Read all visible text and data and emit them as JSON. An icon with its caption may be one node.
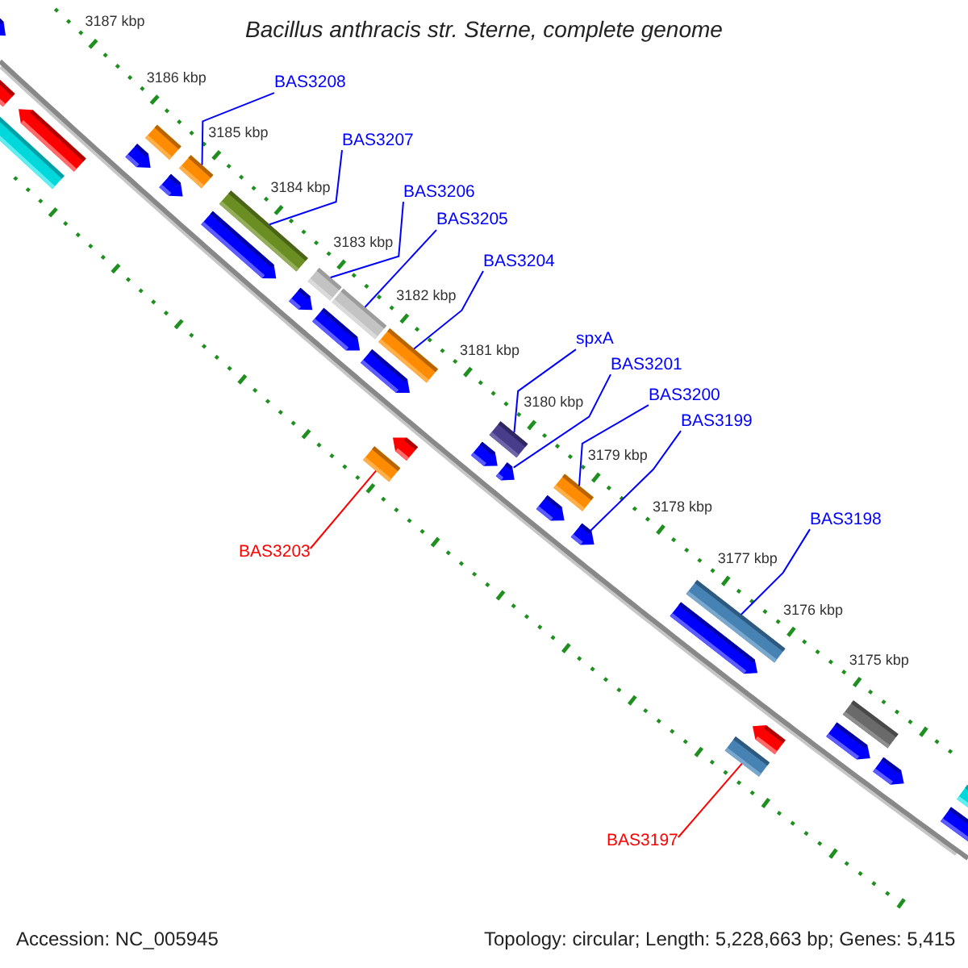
{
  "diagram": {
    "title": "Bacillus anthracis str. Sterne, complete genome",
    "nodes": [
      {
        "text": [
          "BAS3208"
        ]
      },
      {
        "text": [
          "BAS3207"
        ]
      },
      {
        "text": [
          "BAS3206"
        ]
      },
      {
        "text": [
          "BAS3205"
        ]
      },
      {
        "text": [
          "BAS3204"
        ]
      },
      {
        "text": [
          "spxA"
        ]
      },
      {
        "text": [
          "BAS3201"
        ]
      },
      {
        "text": [
          "BAS3200"
        ]
      },
      {
        "text": [
          "BAS3199"
        ]
      },
      {
        "text": [
          "BAS3198"
        ]
      },
      {
        "text": [
          "BAS3203"
        ]
      },
      {
        "text": [
          "BAS3197"
        ]
      },
      {
        "text": [],
        "shape": "pentagon"
      },
      {
        "text": [],
        "shape": "pentagon"
      },
      {
        "text": [],
        "shape": "bar"
      },
      {
        "text": [],
        "shape": "pentagon"
      },
      {
        "text": [],
        "shape": "bar"
      },
      {
        "text": [],
        "shape": "pentagon"
      },
      {
        "text": [],
        "shape": "bar"
      },
      {
        "text": [],
        "shape": "pentagon"
      },
      {
        "text": [],
        "shape": "bar"
      },
      {
        "text": [],
        "shape": "pentagon"
      },
      {
        "text": [],
        "shape": "bar"
      },
      {
        "text": [],
        "shape": "pentagon"
      },
      {
        "text": [],
        "shape": "bar"
      },
      {
        "text": [],
        "shape": "pentagon"
      },
      {
        "text": [],
        "shape": "bar"
      },
      {
        "text": [],
        "shape": "pentagon"
      },
      {
        "text": [],
        "shape": "bar"
      },
      {
        "text": [],
        "shape": "pentagon"
      },
      {
        "text": [],
        "shape": "bar"
      },
      {
        "text": [],
        "shape": "pentagon"
      },
      {
        "text": [],
        "shape": "pentagon"
      },
      {
        "text": [],
        "shape": "bar"
      },
      {
        "text": [],
        "shape": "pentagon"
      },
      {
        "text": [],
        "shape": "pentagon"
      },
      {
        "text": [],
        "shape": "bar"
      },
      {
        "text": [],
        "shape": "pentagon"
      },
      {
        "text": [],
        "shape": "bar"
      },
      {
        "text": [],
        "shape": "pentagon"
      },
      {
        "text": [],
        "shape": "bar"
      },
      {
        "text": [],
        "shape": "pentagon"
      },
      {
        "text": [],
        "shape": "pentagon"
      },
      {
        "text": [],
        "shape": "bar"
      },
      {
        "text": [],
        "shape": "pentagon"
      }
    ],
    "edges": [
      {
        "from": 0,
        "to": 18,
        "arrow": "none"
      },
      {
        "from": 1,
        "to": 20,
        "arrow": "none"
      },
      {
        "from": 2,
        "to": 22,
        "arrow": "none"
      },
      {
        "from": 3,
        "to": 24,
        "arrow": "none"
      },
      {
        "from": 4,
        "to": 26,
        "arrow": "none"
      },
      {
        "from": 5,
        "to": 30,
        "arrow": "none"
      },
      {
        "from": 6,
        "to": 32,
        "arrow": "none"
      },
      {
        "from": 7,
        "to": 33,
        "arrow": "none"
      },
      {
        "from": 8,
        "to": 35,
        "arrow": "none"
      },
      {
        "from": 9,
        "to": 36,
        "arrow": "none"
      },
      {
        "from": 10,
        "to": 28,
        "arrow": "none",
        "color": "#ff0000"
      },
      {
        "from": 11,
        "to": 38,
        "arrow": "none",
        "color": "#ff0000"
      }
    ],
    "labels": [
      "3187 kbp",
      "3186 kbp",
      "3185 kbp",
      "3184 kbp",
      "3183 kbp",
      "3182 kbp",
      "3181 kbp",
      "3180 kbp",
      "3179 kbp",
      "3178 kbp",
      "3177 kbp",
      "3176 kbp",
      "3175 kbp",
      "Accession: NC_005945",
      "Topology: circular; Length: 5,228,663 bp; Genes: 5,415"
    ]
  }
}
